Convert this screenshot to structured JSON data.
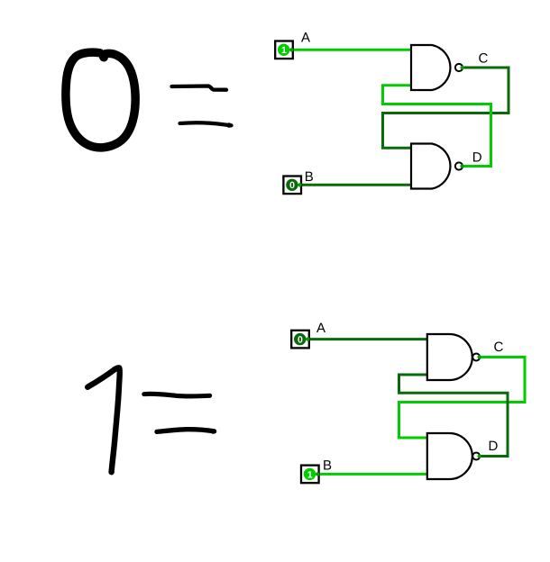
{
  "app": {
    "description": "logic circuit sandbox canvas showing two NAND-gate SR latch states with handwritten annotations",
    "background": "#ffffff"
  },
  "colors": {
    "on": "#00cc00",
    "off": "#0a6a0a",
    "port": "#00a000",
    "outline": "#000000",
    "ink": "#000000",
    "digit": "#ffffff"
  },
  "annotations": {
    "top": {
      "symbol": "0",
      "equals": "=",
      "meaning": "0 ="
    },
    "bottom": {
      "symbol": "1",
      "equals": "=",
      "meaning": "1 ="
    }
  },
  "circuits": [
    {
      "name": "nand-latch-state-0",
      "gates": [
        {
          "type": "NAND"
        },
        {
          "type": "NAND"
        }
      ],
      "inputs": [
        {
          "label": "A",
          "value": "1",
          "state": "on"
        },
        {
          "label": "B",
          "value": "0",
          "state": "off"
        }
      ],
      "outputs": [
        {
          "label": "C",
          "value": "0",
          "state": "off"
        },
        {
          "label": "D",
          "value": "1",
          "state": "on"
        }
      ]
    },
    {
      "name": "nand-latch-state-1",
      "gates": [
        {
          "type": "NAND"
        },
        {
          "type": "NAND"
        }
      ],
      "inputs": [
        {
          "label": "A",
          "value": "0",
          "state": "off"
        },
        {
          "label": "B",
          "value": "1",
          "state": "on"
        }
      ],
      "outputs": [
        {
          "label": "C",
          "value": "1",
          "state": "on"
        },
        {
          "label": "D",
          "value": "0",
          "state": "off"
        }
      ]
    }
  ]
}
